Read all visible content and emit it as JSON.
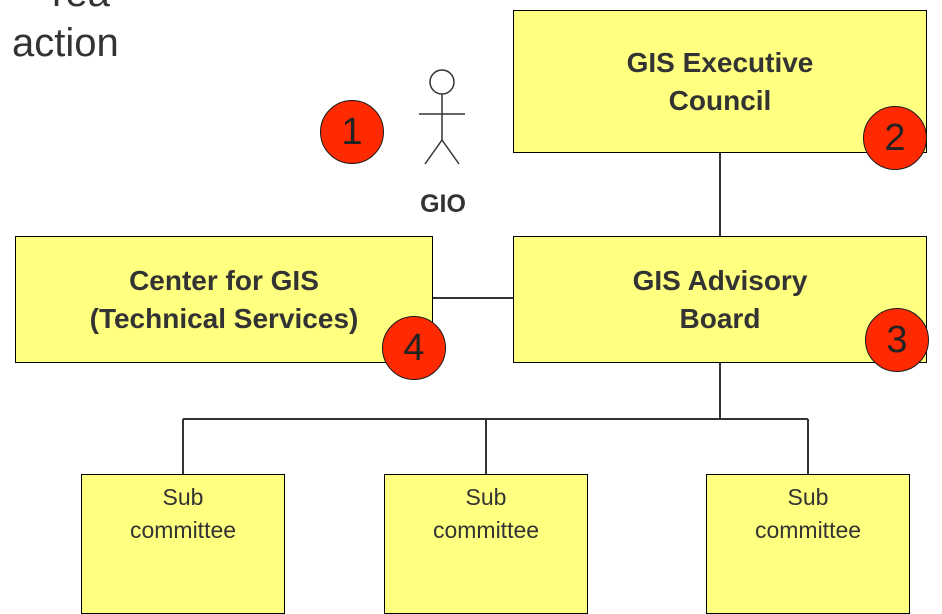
{
  "heading": {
    "line1": "rea",
    "line2": "action"
  },
  "actors": {
    "gio": {
      "label": "GIO",
      "badge": "1"
    }
  },
  "boxes": {
    "executive_council": {
      "lines": [
        "GIS Executive",
        "Council"
      ],
      "badge": "2"
    },
    "advisory_board": {
      "lines": [
        "GIS Advisory",
        "Board"
      ],
      "badge": "3"
    },
    "center_for_gis": {
      "lines": [
        "Center for GIS",
        "(Technical Services)"
      ],
      "badge": "4"
    },
    "subcommittees": [
      {
        "lines": [
          "Sub",
          "committee"
        ]
      },
      {
        "lines": [
          "Sub",
          "committee"
        ]
      },
      {
        "lines": [
          "Sub",
          "committee"
        ]
      }
    ]
  },
  "colors": {
    "box_fill": "#ffff80",
    "badge_fill": "#ff2a00",
    "text": "#333333"
  }
}
